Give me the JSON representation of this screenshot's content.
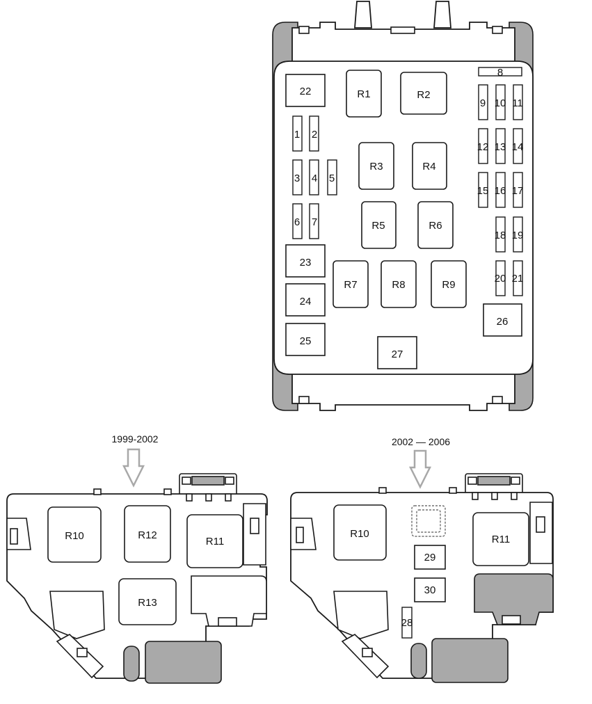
{
  "main_box": {
    "relays": [
      "R1",
      "R2",
      "R3",
      "R4",
      "R5",
      "R6",
      "R7",
      "R8",
      "R9"
    ],
    "fuses": [
      "1",
      "2",
      "3",
      "4",
      "5",
      "6",
      "7",
      "8",
      "9",
      "10",
      "11",
      "12",
      "13",
      "14",
      "15",
      "16",
      "17",
      "18",
      "19",
      "20",
      "21"
    ],
    "large_fuses": [
      "22",
      "23",
      "24",
      "25",
      "26",
      "27"
    ]
  },
  "panel_1999": {
    "caption": "1999-2002",
    "relays": [
      "R10",
      "R12",
      "R11",
      "R13"
    ]
  },
  "panel_2002": {
    "caption": "2002 — 2006",
    "relays": [
      "R10",
      "R11"
    ],
    "fuses": [
      "29",
      "30",
      "28"
    ]
  },
  "colors": {
    "housing_grey": "#a9a9a9",
    "arrow_grey": "#a8a8a8",
    "line": "#1a1a1a"
  }
}
